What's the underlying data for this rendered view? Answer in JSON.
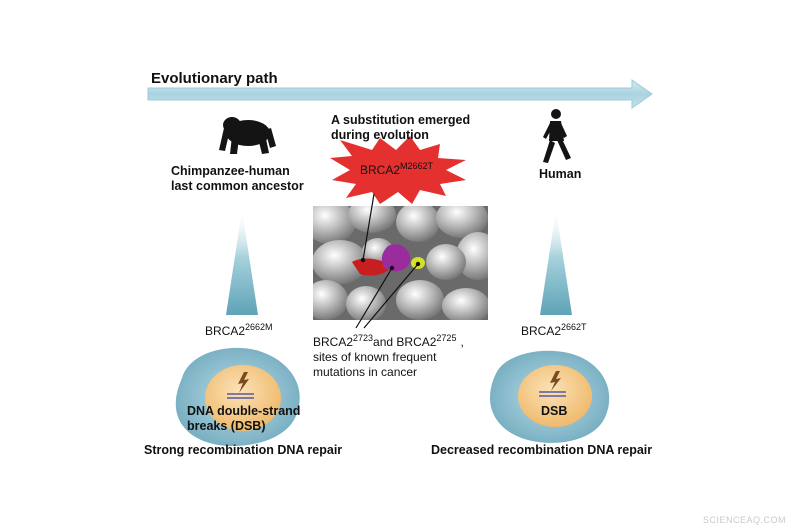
{
  "title": "Evolutionary path",
  "substitution": {
    "heading_line1": "A substitution emerged",
    "heading_line2": "during evolution",
    "burst_base": "BRCA2",
    "burst_sup": "M2662T"
  },
  "ancestor": {
    "label_line1": "Chimpanzee-human",
    "label_line2": "last common ancestor",
    "gene_base": "BRCA2",
    "gene_sup": "2662M",
    "nucleus_line1": "DNA double-strand",
    "nucleus_line2": "breaks (DSB)",
    "repair": "Strong recombination DNA repair"
  },
  "human": {
    "label": "Human",
    "gene_base": "BRCA2",
    "gene_sup": "2662T",
    "nucleus": "DSB",
    "repair": "Decreased recombination DNA repair"
  },
  "mutations": {
    "gene1_base": "BRCA2",
    "gene1_sup": "2723",
    "conjunction": "and BRCA2",
    "gene2_sup": "2725",
    "comma": ",",
    "line2": "sites of  known frequent",
    "line3": "mutations in cancer"
  },
  "watermark": "SCIENCEAQ.COM",
  "colors": {
    "arrow": "#a9d3e0",
    "burst": "#e53030",
    "cell": "#7fb4c8",
    "nucleus": "#f2c27c",
    "cone": "#7ab8c8",
    "protein": "#8a8a8a"
  }
}
